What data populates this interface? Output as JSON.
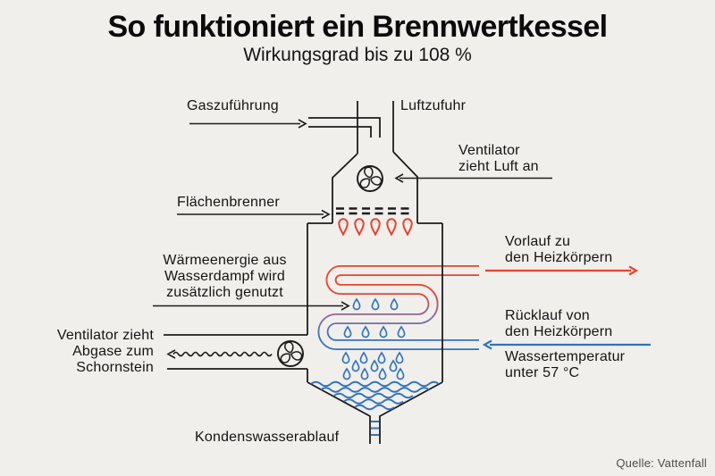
{
  "header": {
    "title": "So funktioniert ein Brennwertkessel",
    "subtitle": "Wirkungsgrad bis zu 108 %"
  },
  "labels": {
    "gas_supply": "Gaszuführung",
    "air_supply": "Luftzufuhr",
    "fan_air": [
      "Ventilator",
      "zieht Luft an"
    ],
    "surface_burner": "Flächenbrenner",
    "heat_energy": [
      "Wärmeenergie aus",
      "Wasserdampf wird",
      "zusätzlich genutzt"
    ],
    "flow_out": [
      "Vorlauf zu",
      "den Heizkörpern"
    ],
    "return_in": [
      "Rücklauf von",
      "den Heizkörpern"
    ],
    "water_temp": [
      "Wassertemperatur",
      "unter 57 °C"
    ],
    "exhaust_fan": [
      "Ventilator zieht",
      "Abgase zum",
      "Schornstein"
    ],
    "condensate_drain": "Kondenswasserablauf"
  },
  "source": "Quelle: Vattenfall",
  "colors": {
    "background": "#f0efec",
    "line": "#1c1c1c",
    "hot_red": "#e8432d",
    "cold_blue": "#3273bd",
    "transition_purple": "#8a6a9c",
    "source_gray": "#4d4d4d"
  },
  "icons": [
    "fan-icon",
    "flame-icon",
    "droplet-icon",
    "arrow-icon",
    "wave-icon"
  ]
}
